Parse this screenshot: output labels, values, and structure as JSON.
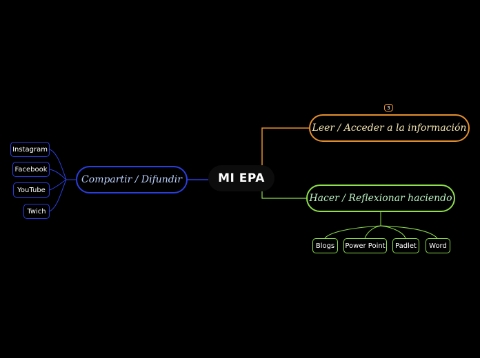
{
  "map": {
    "central": "MI EPA",
    "branches": {
      "leer": {
        "label": "Leer / Acceder a la información",
        "collapsed_count": "3"
      },
      "hacer": {
        "label": "Hacer / Reflexionar haciendo"
      },
      "compartir": {
        "label": "Compartir / Difundir"
      }
    },
    "hacer_children": [
      "Blogs",
      "Power Point",
      "Padlet",
      "Word"
    ],
    "compartir_children": [
      "Instagram",
      "Facebook",
      "YouTube",
      "Twich"
    ]
  },
  "colors": {
    "background": "#000000",
    "leer": "#e8912d",
    "hacer": "#8ee04c",
    "compartir": "#2a3fe0",
    "leer_text": "#f3e5b0",
    "hacer_text": "#b8f0c0",
    "compartir_text": "#bcd2ff"
  }
}
